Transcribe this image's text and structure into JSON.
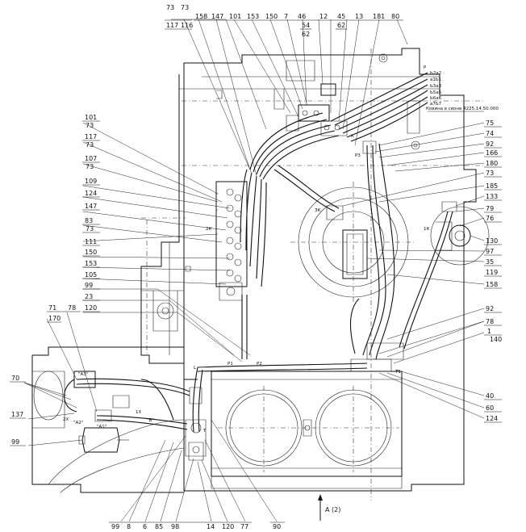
{
  "top_labels": [
    "73",
    "73",
    "117",
    "116",
    "158",
    "147",
    "101",
    "153",
    "150",
    "7",
    "46",
    "54",
    "62",
    "12",
    "45",
    "62",
    "13",
    "181",
    "80"
  ],
  "left_labels": [
    "101",
    "73",
    "117",
    "73",
    "107",
    "73",
    "109",
    "124",
    "147",
    "83",
    "73",
    "111",
    "150",
    "153",
    "105",
    "99",
    "23",
    "120",
    "71",
    "170",
    "78",
    "70",
    "137",
    "99"
  ],
  "right_labels": [
    "75",
    "74",
    "92",
    "166",
    "180",
    "73",
    "185",
    "133",
    "79",
    "76",
    "130",
    "97",
    "35",
    "119",
    "158",
    "92",
    "78",
    "1",
    "140",
    "40",
    "60",
    "124"
  ],
  "bottom_labels": [
    "99",
    "8",
    "6",
    "85",
    "98",
    "14",
    "120",
    "77",
    "90"
  ],
  "view_arrow": "А (2)",
  "note": "Ковина в своне 4225.14.50.000",
  "port_codes": [
    "Р",
    "Ь2а2",
    "а1Ь1",
    "Ь3а3",
    "Ь5а5",
    "Ь6а6",
    "а7Ь7",
    "К",
    "Р3",
    "ЗК",
    "2К",
    "1К",
    "Т1",
    "Р1",
    "Р2",
    "Т",
    "L",
    "1Х",
    "2Х",
    "\"А3\"",
    "\"А2\"",
    "\"А1\"",
    "\"Б\""
  ],
  "colors": {
    "line": "#111111",
    "background": "#ffffff"
  }
}
